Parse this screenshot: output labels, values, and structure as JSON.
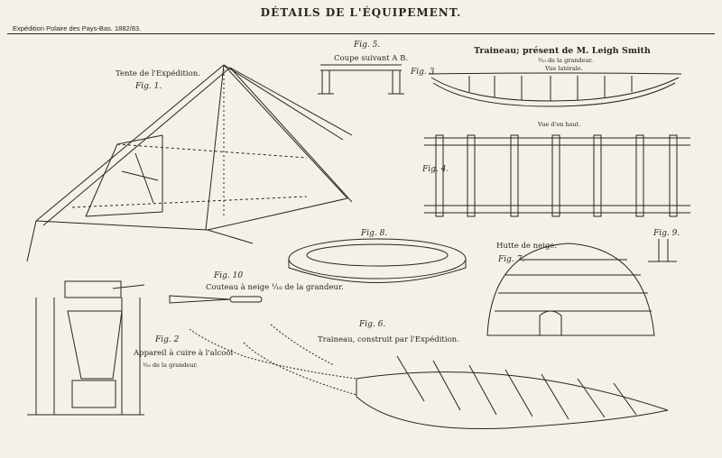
{
  "header": {
    "title": "DÉTAILS DE L'ÉQUIPEMENT.",
    "expedition": "Expédition Polaire des Pays-Bas. 1882/83."
  },
  "fig1": {
    "caption": "Tente de l'Expédition.",
    "label": "Fig. 1."
  },
  "fig5": {
    "label": "Fig. 5.",
    "caption": "Coupe suivant A B."
  },
  "sledge_leigh": {
    "title": "Traineau; présent de M. Leigh Smith",
    "scale": "⅒ de la grandeur.",
    "view_side": "Vue latérale.",
    "fig3": "Fig. 3",
    "view_top": "Vue d'en haut.",
    "fig4": "Fig. 4."
  },
  "fig8": {
    "label": "Fig. 8."
  },
  "fig9": {
    "label": "Fig. 9."
  },
  "fig7": {
    "caption": "Hutte de neige.",
    "label": "Fig. 7."
  },
  "fig10": {
    "label": "Fig. 10",
    "caption": "Couteau à neige ⅒ de la grandeur."
  },
  "fig2": {
    "label": "Fig. 2",
    "caption": "Appareil à cuire à l'alcool",
    "scale": "⅒ de la grandeur."
  },
  "fig6": {
    "label": "Fig. 6.",
    "caption": "Traineau, construit par l'Expédition."
  }
}
